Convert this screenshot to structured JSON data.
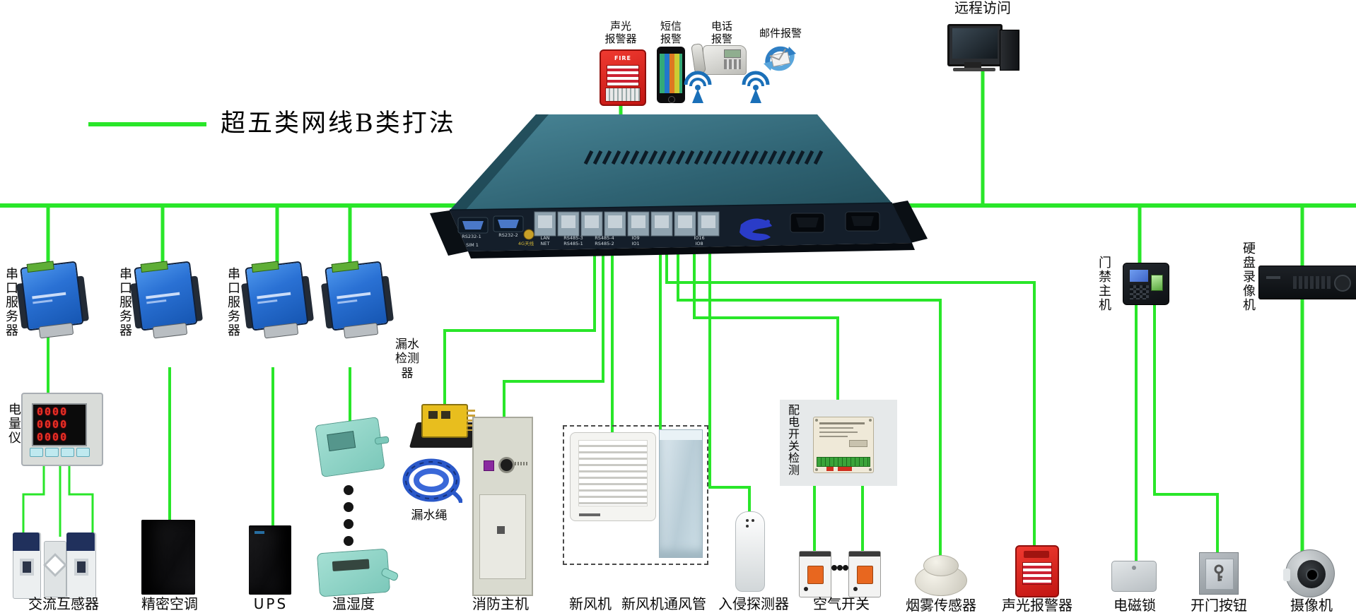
{
  "colors": {
    "wire": "#29e629",
    "chassis_top": "#3f7c8d",
    "chassis_front": "#141e2a",
    "alarm_red": "#d8241e",
    "server_blue": "#2a71d4",
    "teal_device": "#8fd6c8"
  },
  "legend": {
    "label": "超五类网线B类打法"
  },
  "top_row": {
    "sound_light_alarm": "声光\n报警器",
    "sms_alarm": "短信\n报警",
    "phone_alarm": "电话\n报警",
    "email_alarm": "邮件报警",
    "remote_access": "远程访问",
    "fire_text": "FIRE"
  },
  "gateway": {
    "port_labels": {
      "rs232_1": "RS232-1",
      "rs232_2": "RS232-2",
      "sim": "SIM 1",
      "antenna": "4G天线",
      "lan": "LAN\nNET",
      "rs485_a": "RS485-3\nRS485-1",
      "rs485_b": "RS485-4\nRS485-2",
      "io_a": "IO9\nIO1",
      "io_b": "IO16\nIO8"
    }
  },
  "devices": {
    "serial_server_1": "串口服务器",
    "serial_server_2": "串口服务器",
    "serial_server_3": "串口服务器",
    "power_meter": "电量仪",
    "power_meter_digits": [
      "0000",
      "0000",
      "0000"
    ],
    "ac_transformer": "交流互感器",
    "precision_ac": "精密空调",
    "ups": "UPS",
    "temp_humidity": "温湿度",
    "leak_detector": "漏水\n检测\n器",
    "leak_rope": "漏水绳",
    "fire_host": "消防主机",
    "fresh_air_fan": "新风机",
    "fresh_air_duct": "新风机通风管",
    "intrusion_detector": "入侵探测器",
    "power_switch_monitor": "配电开关检测",
    "air_switch": "空气开关",
    "smoke_sensor": "烟雾传感器",
    "sound_light_alarm2": "声光报警器",
    "magnetic_lock": "电磁锁",
    "door_button": "开门按钮",
    "camera": "摄像机",
    "access_control": "门禁主机",
    "dvr": "硬盘录像机"
  }
}
